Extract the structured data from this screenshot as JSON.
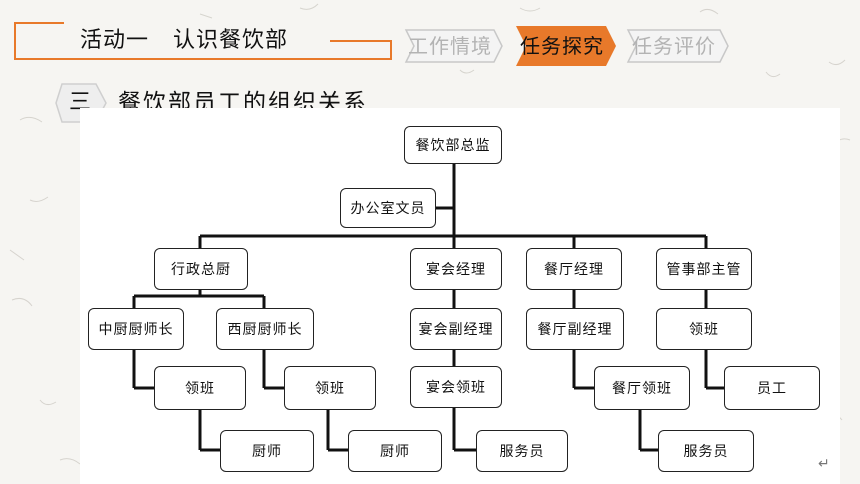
{
  "header": {
    "title": "活动一   认识餐饮部"
  },
  "steps": [
    {
      "label": "工作情境",
      "state": "inactive"
    },
    {
      "label": "任务探究",
      "state": "active"
    },
    {
      "label": "任务评价",
      "state": "inactive"
    }
  ],
  "section": {
    "number": "三",
    "title": "餐饮部员工的组织关系"
  },
  "org": {
    "director": "餐饮部总监",
    "office_clerk": "办公室文员",
    "exec_chef": "行政总厨",
    "chinese_head_chef": "中厨厨师长",
    "western_head_chef": "西厨厨师长",
    "chinese_foreman": "领班",
    "chinese_chef": "厨师",
    "western_foreman": "领班",
    "western_chef": "厨师",
    "banquet_manager": "宴会经理",
    "banquet_deputy": "宴会副经理",
    "banquet_foreman": "宴会领班",
    "banquet_waiter": "服务员",
    "restaurant_manager": "餐厅经理",
    "restaurant_deputy": "餐厅副经理",
    "restaurant_foreman": "餐厅领班",
    "restaurant_waiter": "服务员",
    "steward_supervisor": "管事部主管",
    "steward_foreman": "领班",
    "steward_staff": "员工"
  },
  "colors": {
    "accent": "#e8792a",
    "step_inactive": "#b3b3b3"
  },
  "misc": {
    "return_mark": "↵"
  }
}
